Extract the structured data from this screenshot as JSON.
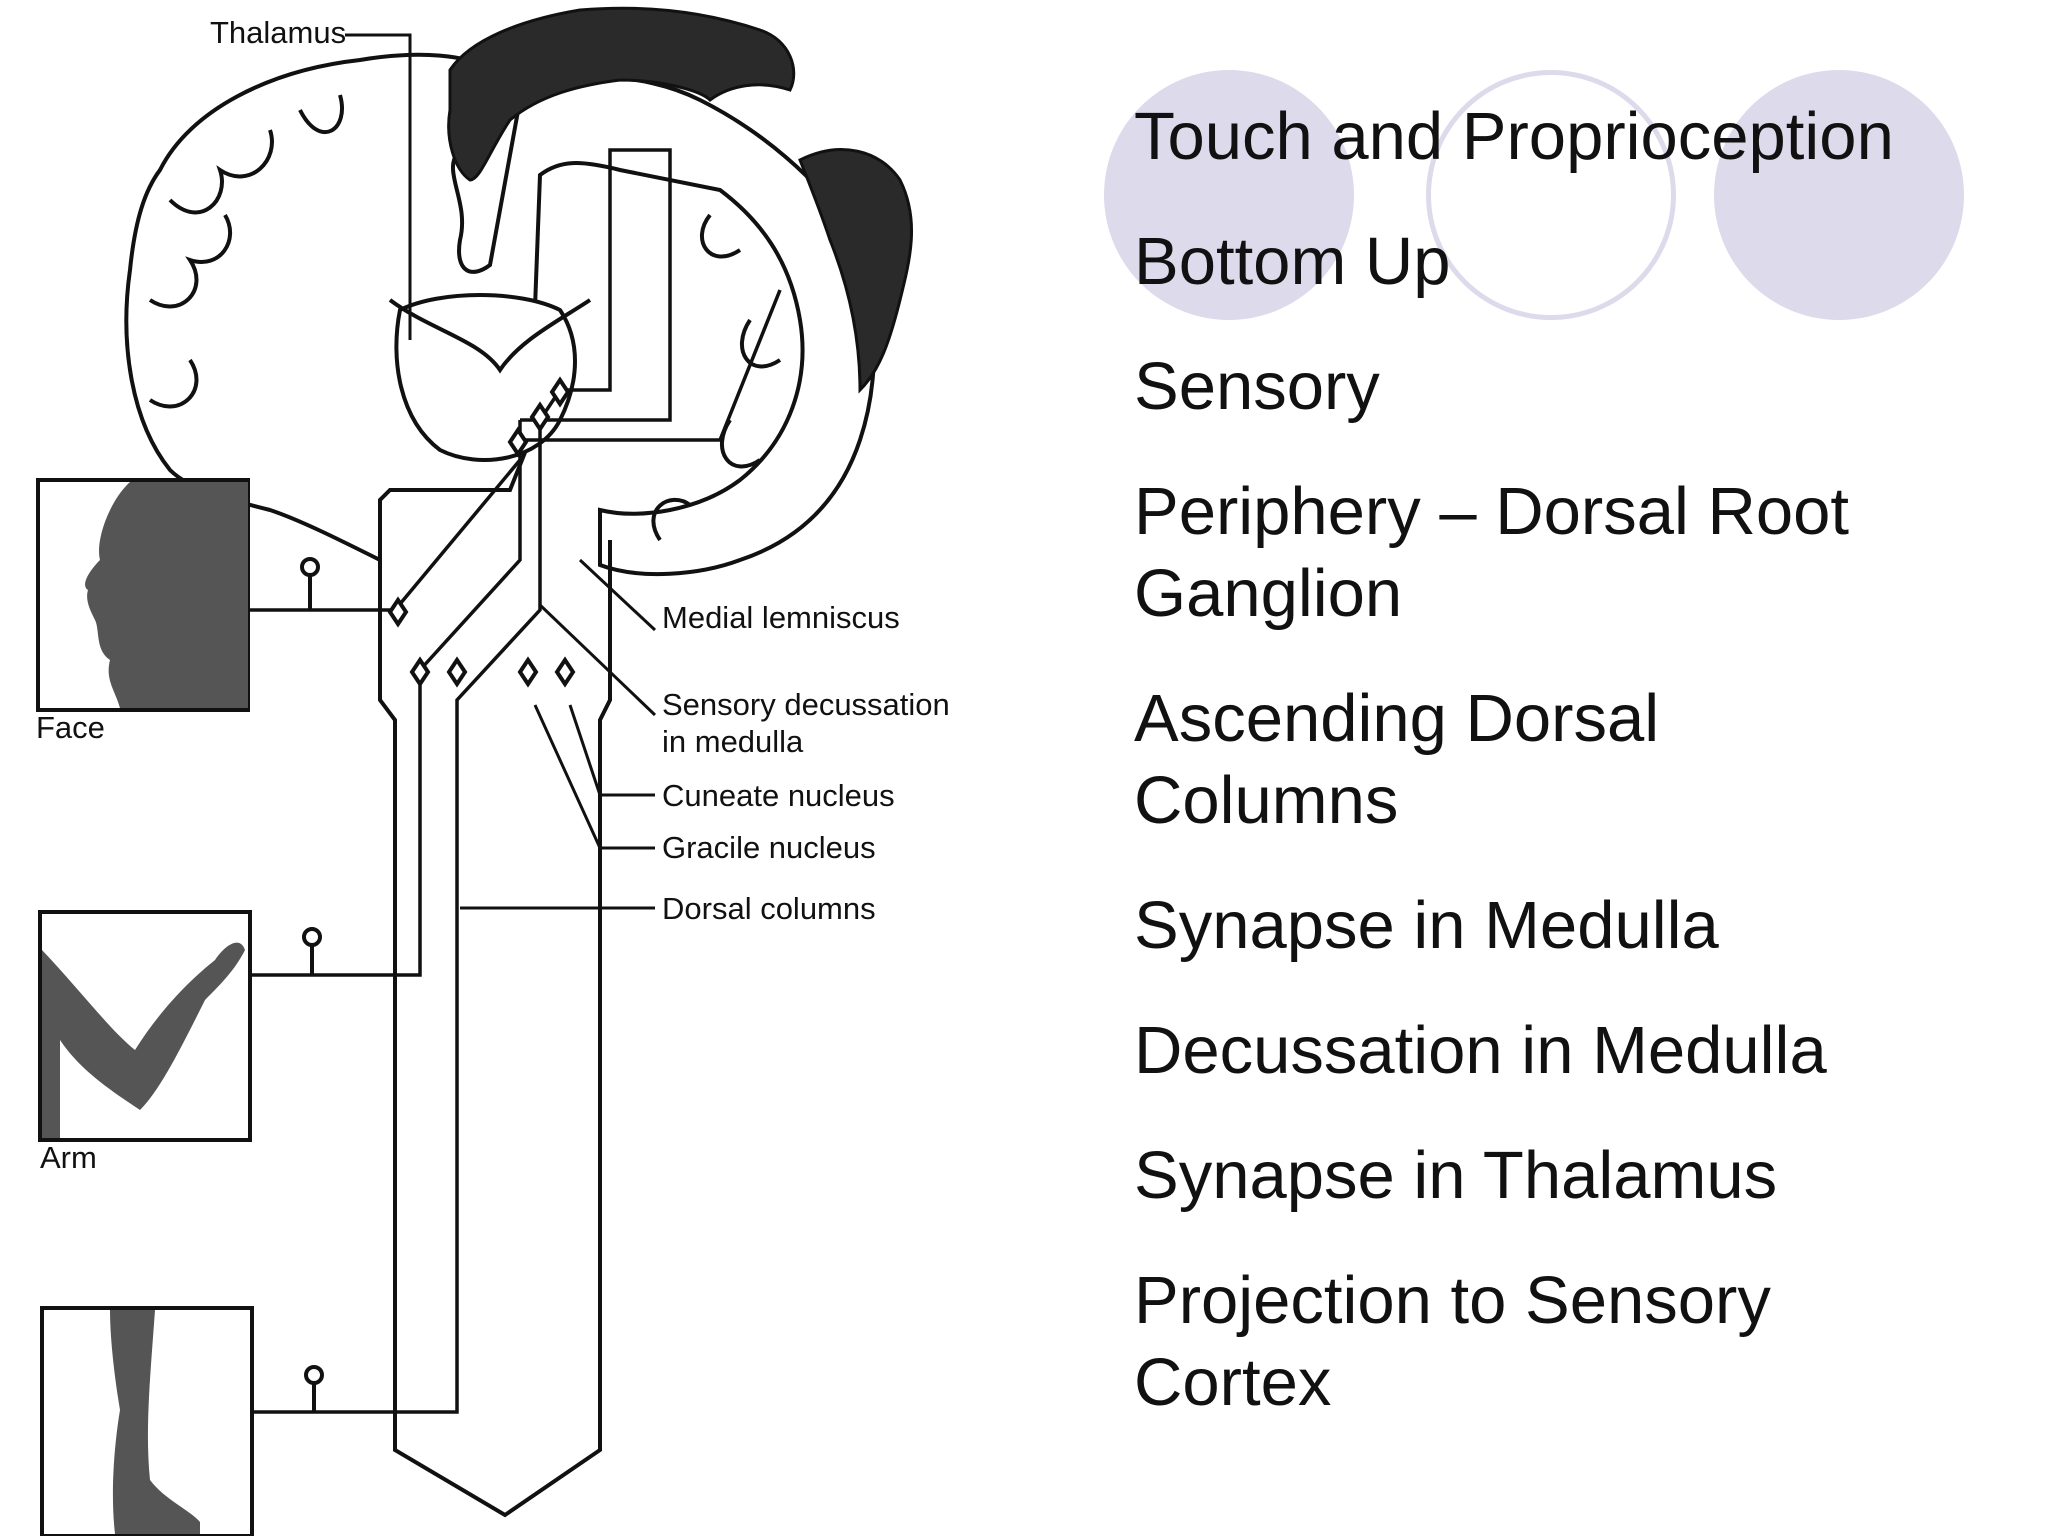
{
  "diagram": {
    "labels": {
      "thalamus": "Thalamus",
      "medial_lemniscus": "Medial lemniscus",
      "sensory_decussation_line1": "Sensory decussation",
      "sensory_decussation_line2": "in medulla",
      "cuneate_nucleus": "Cuneate nucleus",
      "gracile_nucleus": "Gracile nucleus",
      "dorsal_columns": "Dorsal columns",
      "face": "Face",
      "arm": "Arm"
    }
  },
  "bullets": [
    "Touch and Proprioception",
    "Bottom Up",
    "Sensory",
    "Periphery – Dorsal Root\nGanglion",
    "Ascending Dorsal\nColumns",
    "Synapse in Medulla",
    "Decussation in Medulla",
    "Synapse in Thalamus",
    "Projection to Sensory\nCortex"
  ],
  "colors": {
    "decorative_circle": "#dcdaeb",
    "text": "#111111",
    "background": "#ffffff"
  }
}
